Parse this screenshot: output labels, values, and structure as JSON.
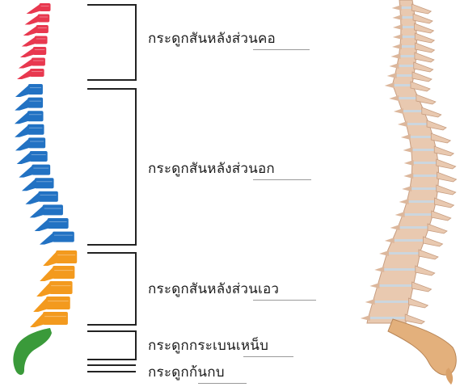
{
  "labels": {
    "cervical": "กระดูกสันหลังส่วนคอ",
    "thoracic": "กระดูกสันหลังส่วนอก",
    "lumbar": "กระดูกสันหลังส่วนเอว",
    "sacrum": "กระดูกกระเบนเหน็บ",
    "coccyx": "กระดูกก้นกบ"
  },
  "colors": {
    "cervical": "#e8384f",
    "thoracic": "#2272c3",
    "lumbar": "#f39a1e",
    "sacrum_coccyx": "#3a9a3a",
    "bracket": "#222222",
    "realistic_bone": "#e9c9b0",
    "realistic_disc": "#c9d7e3"
  },
  "icons": {
    "colored_spine": "colored-spine-illustration",
    "realistic_spine": "realistic-spine-illustration"
  }
}
